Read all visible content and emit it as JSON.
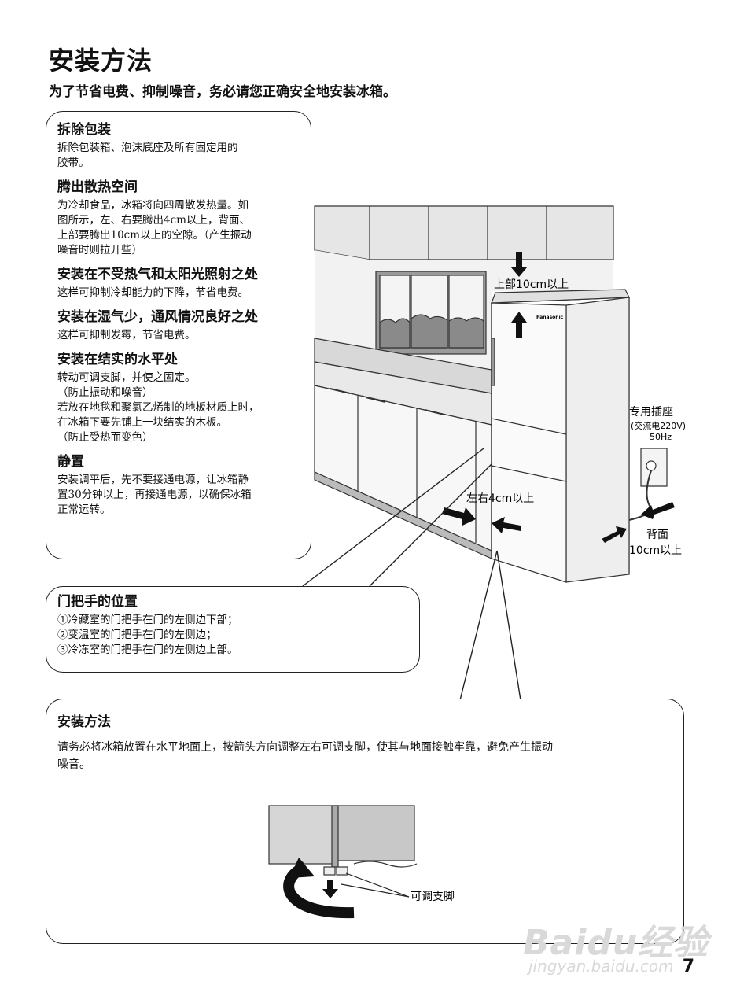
{
  "page": {
    "title": "安装方法",
    "subtitle": "为了节省电费、抑制噪音，务必请您正确安全地安装冰箱。",
    "page_number": "7"
  },
  "left_box": {
    "sections": [
      {
        "heading": "拆除包装",
        "lines": [
          "拆除包装箱、泡沫底座及所有固定用的",
          "胶带。"
        ]
      },
      {
        "heading": "腾出散热空间",
        "lines": [
          "为冷却食品，冰箱将向四周散发热量。如",
          "图所示，左、右要腾出4cm以上，背面、",
          "上部要腾出10cm以上的空隙。（产生振动",
          "噪音时则拉开些）"
        ]
      },
      {
        "heading": "安装在不受热气和太阳光照射之处",
        "lines": [
          "这样可抑制冷却能力的下降，节省电费。"
        ]
      },
      {
        "heading": "安装在湿气少，通风情况良好之处",
        "lines": [
          "这样可抑制发霉，节省电费。"
        ]
      },
      {
        "heading": "安装在结实的水平处",
        "lines": [
          "转动可调支脚，并使之固定。",
          "（防止振动和噪音）",
          "若放在地毯和聚氯乙烯制的地板材质上时，",
          "在冰箱下要先铺上一块结实的木板。",
          "（防止受热而变色）"
        ]
      },
      {
        "heading": "静置",
        "lines": [
          "安装调平后，先不要接通电源，让冰箱静",
          "置30分钟以上，再接通电源，以确保冰箱",
          "正常运转。"
        ]
      }
    ]
  },
  "handle_box": {
    "heading": "门把手的位置",
    "lines": [
      "①冷藏室的门把手在门的左侧边下部；",
      "②变温室的门把手在门的左侧边；",
      "③冷冻室的门把手在门的左侧边上部。"
    ]
  },
  "install_box": {
    "heading": "安装方法",
    "lines": [
      "请务必将冰箱放置在水平地面上，按箭头方向调整左右可调支脚，使其与地面接触牢靠，避免产生振动",
      "噪音。"
    ],
    "foot_label": "可调支脚"
  },
  "illustration": {
    "top_label": "上部10cm以上",
    "side_label": "左右4cm以上",
    "back_label_1": "背面",
    "back_label_2": "10cm以上",
    "outlet_label": "专用插座",
    "outlet_spec_1": "(交流电220V)",
    "outlet_spec_2": "50Hz",
    "brand": "Panasonic"
  },
  "watermark": {
    "logo": "Baidu经验",
    "url": "jingyan.baidu.com"
  }
}
